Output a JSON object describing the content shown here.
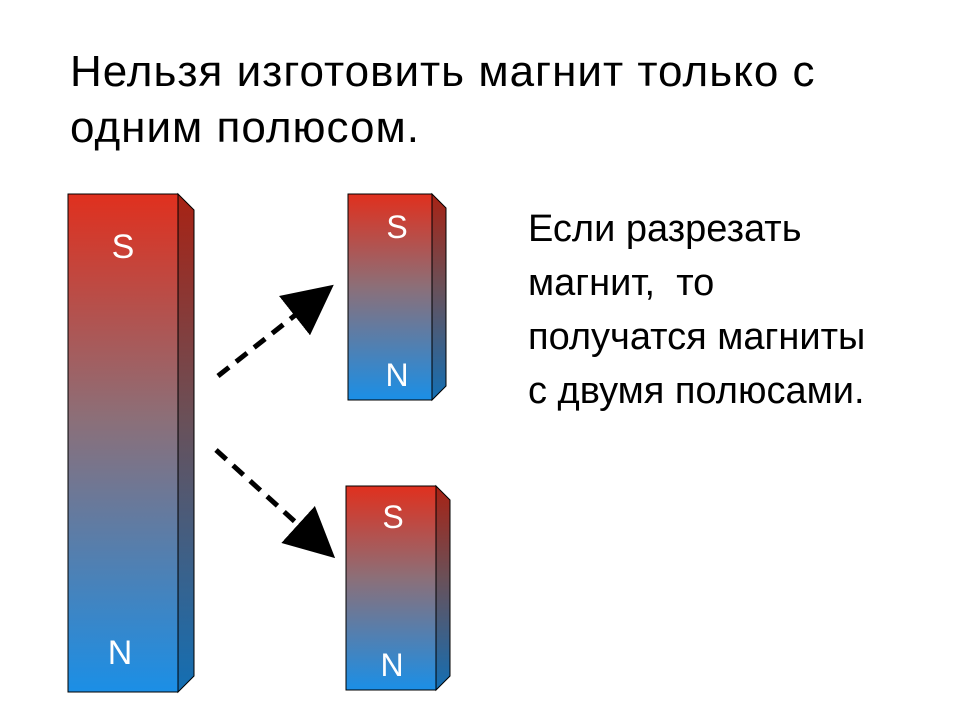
{
  "title": {
    "line1": "Нельзя изготовить магнит только с",
    "line2": "одним полюсом."
  },
  "caption": {
    "line1": "Если разрезать",
    "line2": "магнит,  то",
    "line3": "получатся магниты",
    "line4": "с двумя полюсами."
  },
  "magnets": {
    "large": {
      "top_pole": "S",
      "bottom_pole": "N"
    },
    "upper": {
      "top_pole": "S",
      "bottom_pole": "N"
    },
    "lower": {
      "top_pole": "S",
      "bottom_pole": "N"
    }
  },
  "colors": {
    "south_red": "#e0301e",
    "mid_gray": "#8c6f78",
    "north_blue": "#1b8fe6",
    "arrow": "#000000"
  }
}
